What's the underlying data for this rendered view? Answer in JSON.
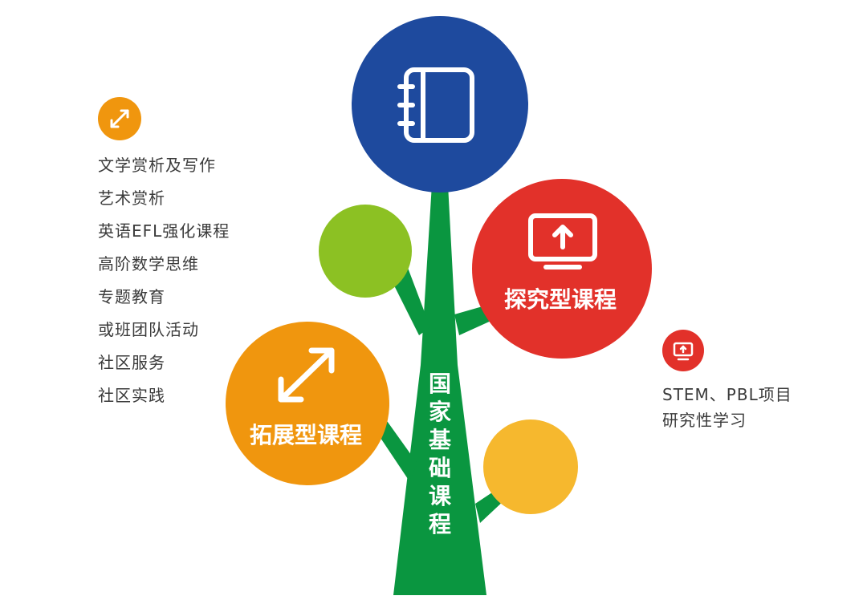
{
  "colors": {
    "trunk": "#0a9640",
    "blue": "#1e4a9e",
    "red": "#e2312a",
    "orange": "#f0960e",
    "light_green": "#8cc123",
    "yellow": "#f6b82e",
    "text": "#3a3a3a",
    "icon_white": "#ffffff"
  },
  "icons": {
    "blue_circle": "notebook-icon",
    "red_circle": "monitor-upload-icon",
    "orange_circle": "expand-arrows-icon",
    "left_badge": "expand-arrows-icon",
    "right_badge": "monitor-upload-icon"
  },
  "trunk": {
    "label_chars": [
      "国",
      "家",
      "基",
      "础",
      "课",
      "程"
    ]
  },
  "nodes": {
    "red": {
      "label": "探究型课程"
    },
    "orange": {
      "label": "拓展型课程"
    }
  },
  "left_list": {
    "items": [
      "文学赏析及写作",
      "艺术赏析",
      "英语EFL强化课程",
      "高阶数学思维",
      "专题教育",
      "或班团队活动",
      "社区服务",
      "社区实践"
    ]
  },
  "right_list": {
    "items": [
      "STEM、PBL项目",
      "研究性学习"
    ]
  }
}
